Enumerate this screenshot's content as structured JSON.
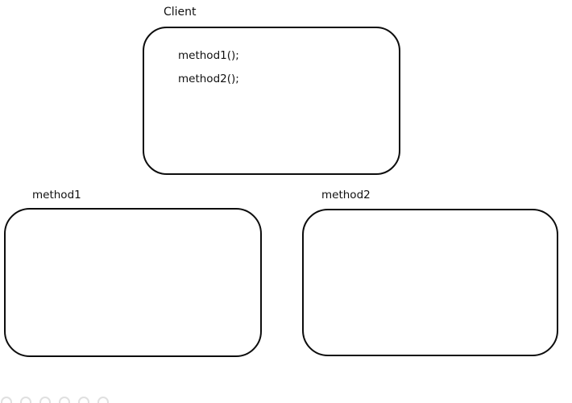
{
  "canvas": {
    "background": "#ffffff",
    "stroke_color": "#0d0d0d"
  },
  "boxes": {
    "client": {
      "label": "Client",
      "code_lines": [
        "method1();",
        "method2();"
      ]
    },
    "method1": {
      "label": "method1"
    },
    "method2": {
      "label": "method2"
    }
  },
  "footer_dots": {
    "count": 6,
    "color": "#e0e0e0"
  }
}
